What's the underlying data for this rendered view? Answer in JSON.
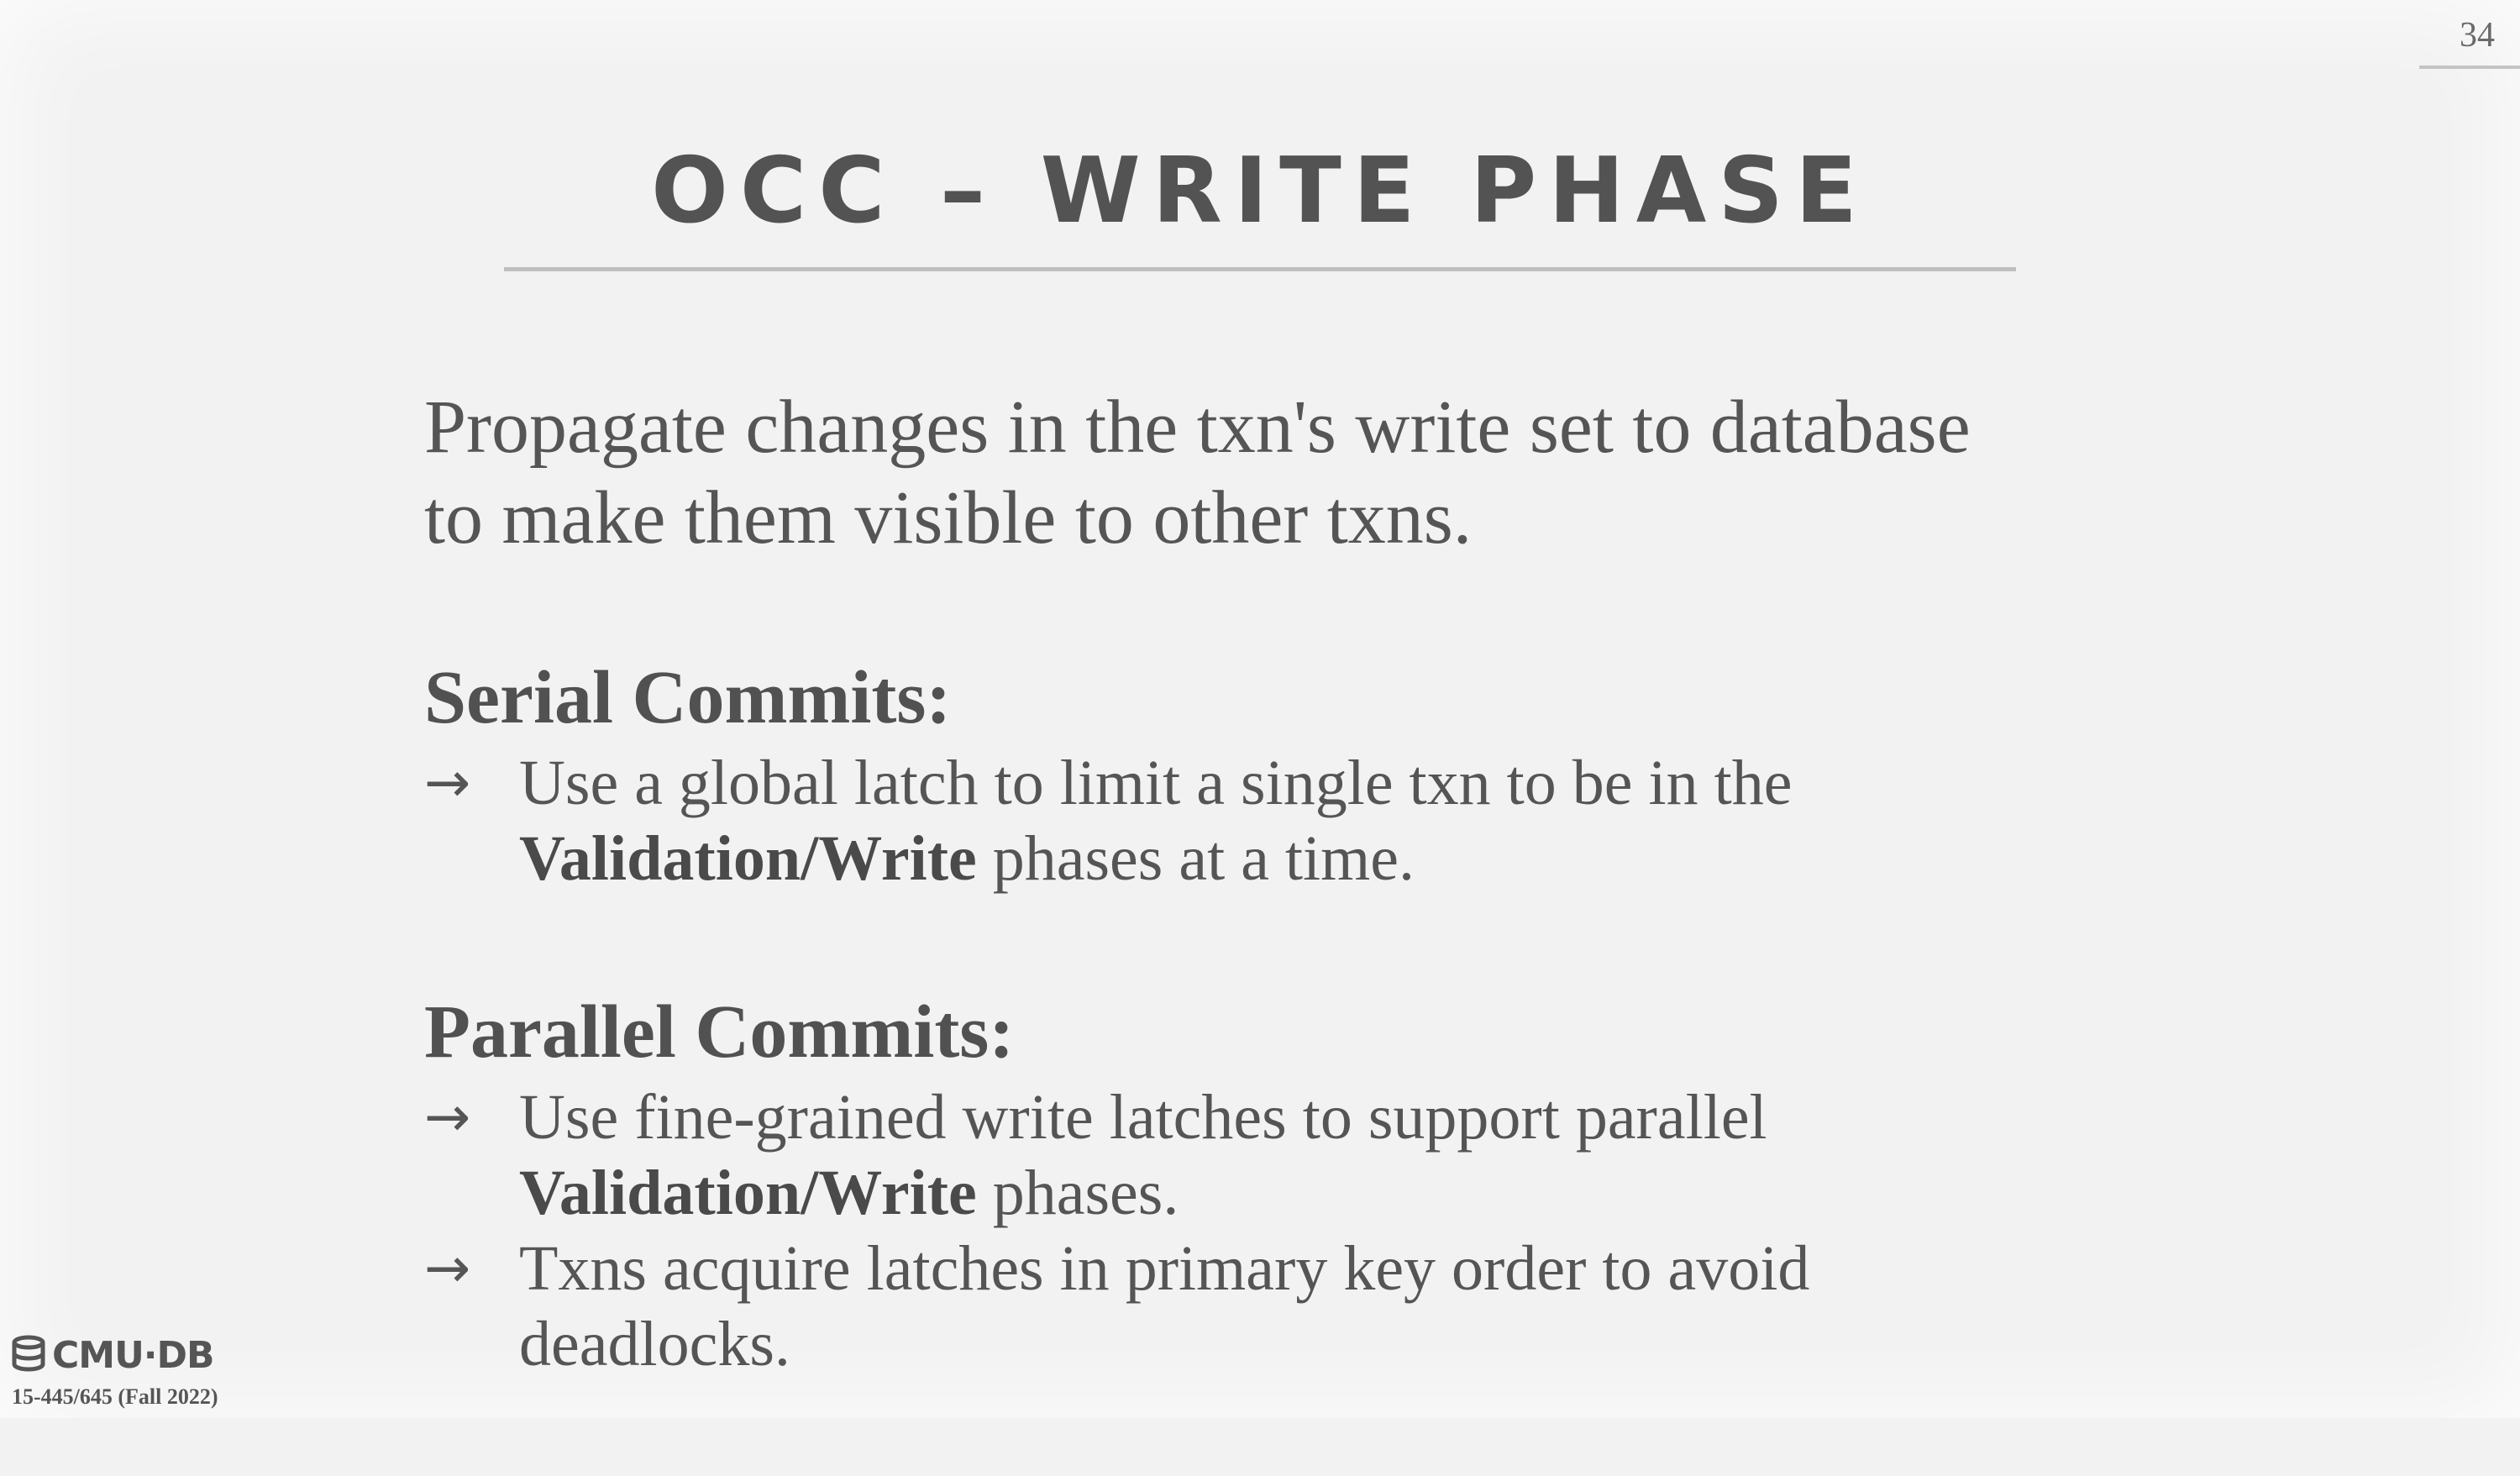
{
  "slide": {
    "page_number": "34",
    "title": "OCC – WRITE PHASE",
    "intro": "Propagate changes in the txn's write set to database to make them visible to other txns.",
    "sections": [
      {
        "heading": "Serial Commits:",
        "bullets": [
          {
            "arrow": "→",
            "text_before": "Use a global latch to limit a single txn to be in the ",
            "bold": "Validation/Write",
            "text_after": " phases at a time."
          }
        ]
      },
      {
        "heading": "Parallel Commits:",
        "bullets": [
          {
            "arrow": "→",
            "text_before": "Use fine-grained write latches to support parallel ",
            "bold": "Validation/Write",
            "text_after": " phases."
          },
          {
            "arrow": "→",
            "text_before": "Txns acquire latches in primary key order to avoid deadlocks.",
            "bold": "",
            "text_after": ""
          }
        ]
      }
    ]
  },
  "footer": {
    "logo_text": "CMU·DB",
    "logo_icon": "database-icon",
    "course": "15-445/645 (Fall 2022)"
  }
}
